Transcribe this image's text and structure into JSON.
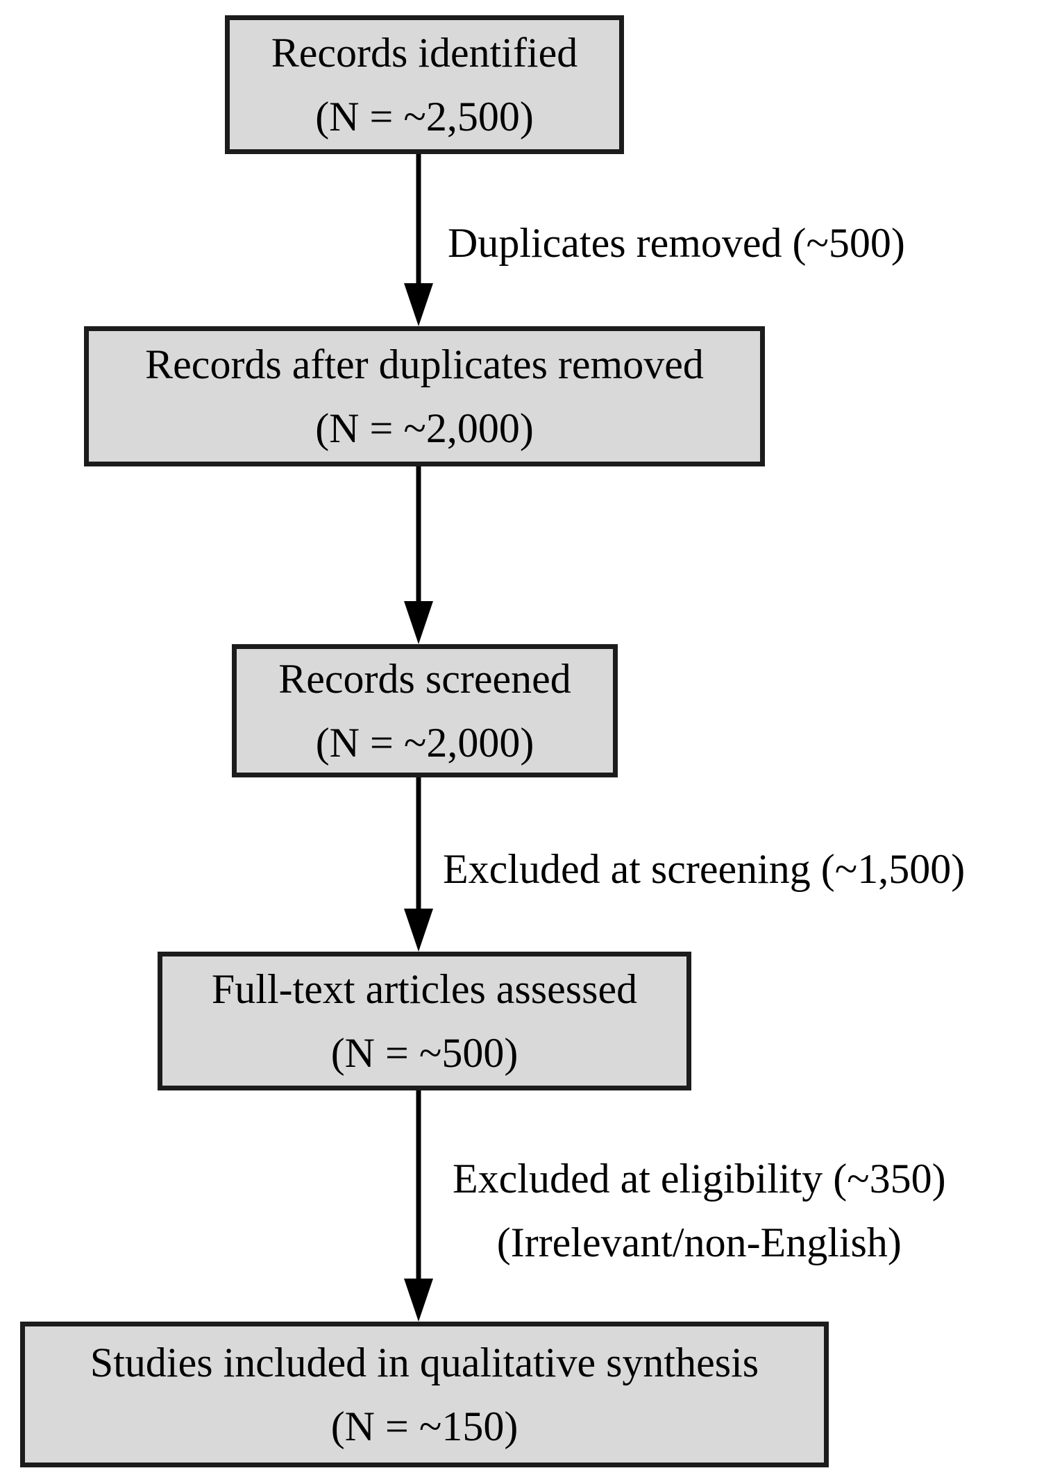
{
  "diagram": {
    "type": "flowchart",
    "boxes": [
      {
        "id": "records-identified",
        "line1": "Records identified",
        "line2": "(N = ~2,500)"
      },
      {
        "id": "after-duplicates",
        "line1": "Records after duplicates removed",
        "line2": "(N = ~2,000)"
      },
      {
        "id": "records-screened",
        "line1": "Records screened",
        "line2": "(N = ~2,000)"
      },
      {
        "id": "fulltext-assessed",
        "line1": "Full-text articles assessed",
        "line2": "(N = ~500)"
      },
      {
        "id": "studies-included",
        "line1": "Studies included in qualitative synthesis",
        "line2": "(N = ~150)"
      }
    ],
    "edges": [
      {
        "from": "records-identified",
        "to": "after-duplicates",
        "label": "Duplicates removed (~500)"
      },
      {
        "from": "after-duplicates",
        "to": "records-screened",
        "label": ""
      },
      {
        "from": "records-screened",
        "to": "fulltext-assessed",
        "label": "Excluded at screening (~1,500)"
      },
      {
        "from": "fulltext-assessed",
        "to": "studies-included",
        "label": "Excluded at eligibility (~350)",
        "sublabel": "(Irrelevant/non-English)"
      }
    ],
    "colors": {
      "box_fill": "#d9d9d9",
      "box_border": "#1c1c1c",
      "arrow": "#000000",
      "text": "#000000",
      "background": "#ffffff"
    }
  }
}
